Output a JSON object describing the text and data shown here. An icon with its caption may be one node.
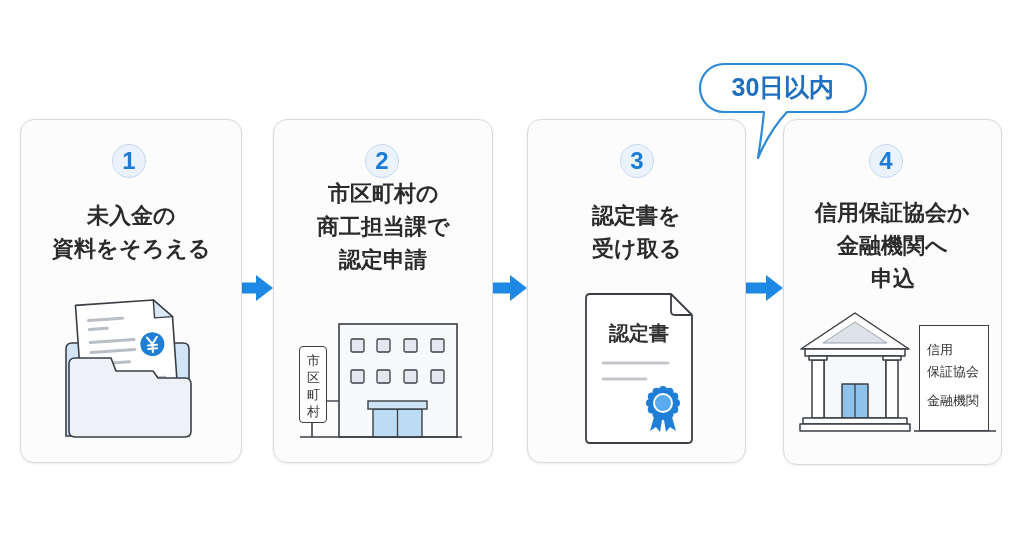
{
  "diagram": {
    "nodes": [
      {
        "text": [
          "未入金の資料をそろえる"
        ]
      },
      {
        "text": [
          "1"
        ],
        "in": 0
      },
      {
        "text": [
          "市区町村の商工担当課で認定申請"
        ]
      },
      {
        "text": [
          "2"
        ],
        "in": 2
      },
      {
        "text": [
          "市区町村"
        ],
        "in": 2
      },
      {
        "text": [
          "認定書を受け取る"
        ]
      },
      {
        "text": [
          "3"
        ],
        "in": 5
      },
      {
        "text": [
          "認定書"
        ],
        "in": 5
      },
      {
        "text": [
          "30日以内"
        ]
      },
      {
        "text": [
          "信用保証協会か金融機関へ申込"
        ]
      },
      {
        "text": [
          "4"
        ],
        "in": 9
      },
      {
        "text": [
          "信用保証協会",
          "金融機関"
        ],
        "in": 9
      }
    ],
    "edges": [
      {
        "from": 0,
        "to": 2,
        "arrow": "to"
      },
      {
        "from": 2,
        "to": 5,
        "arrow": "to"
      },
      {
        "from": 5,
        "to": 9,
        "arrow": "to"
      }
    ]
  }
}
